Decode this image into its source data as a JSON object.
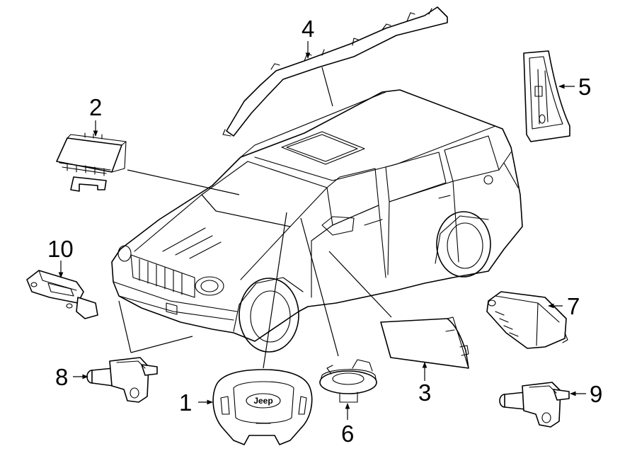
{
  "colors": {
    "line": "#000000",
    "background": "#ffffff"
  },
  "emblem": "Jeep",
  "callouts": [
    {
      "id": "1",
      "label": "1"
    },
    {
      "id": "2",
      "label": "2"
    },
    {
      "id": "3",
      "label": "3"
    },
    {
      "id": "4",
      "label": "4"
    },
    {
      "id": "5",
      "label": "5"
    },
    {
      "id": "6",
      "label": "6"
    },
    {
      "id": "7",
      "label": "7"
    },
    {
      "id": "8",
      "label": "8"
    },
    {
      "id": "9",
      "label": "9"
    },
    {
      "id": "10",
      "label": "10"
    }
  ]
}
